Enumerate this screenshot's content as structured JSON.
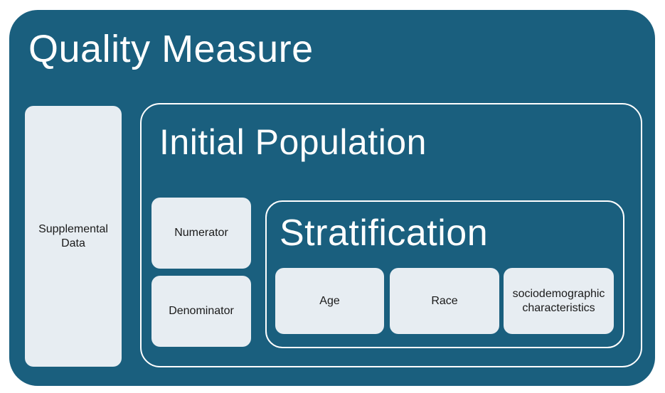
{
  "diagram": {
    "title": "Quality Measure",
    "supplemental": {
      "label": "Supplemental Data"
    },
    "initial_population": {
      "title": "Initial Population",
      "numerator_label": "Numerator",
      "denominator_label": "Denominator",
      "stratification": {
        "title": "Stratification",
        "items": [
          {
            "label": "Age"
          },
          {
            "label": "Race"
          },
          {
            "label": "sociodemographic characteristics"
          }
        ]
      }
    },
    "colors": {
      "container_fill": "#1A5F7E",
      "panel_fill": "#E7EDF2",
      "outline": "#FFFFFF",
      "title_text": "#FFFFFF",
      "label_text": "#1A1A1A",
      "page_background": "#FFFFFF"
    }
  }
}
